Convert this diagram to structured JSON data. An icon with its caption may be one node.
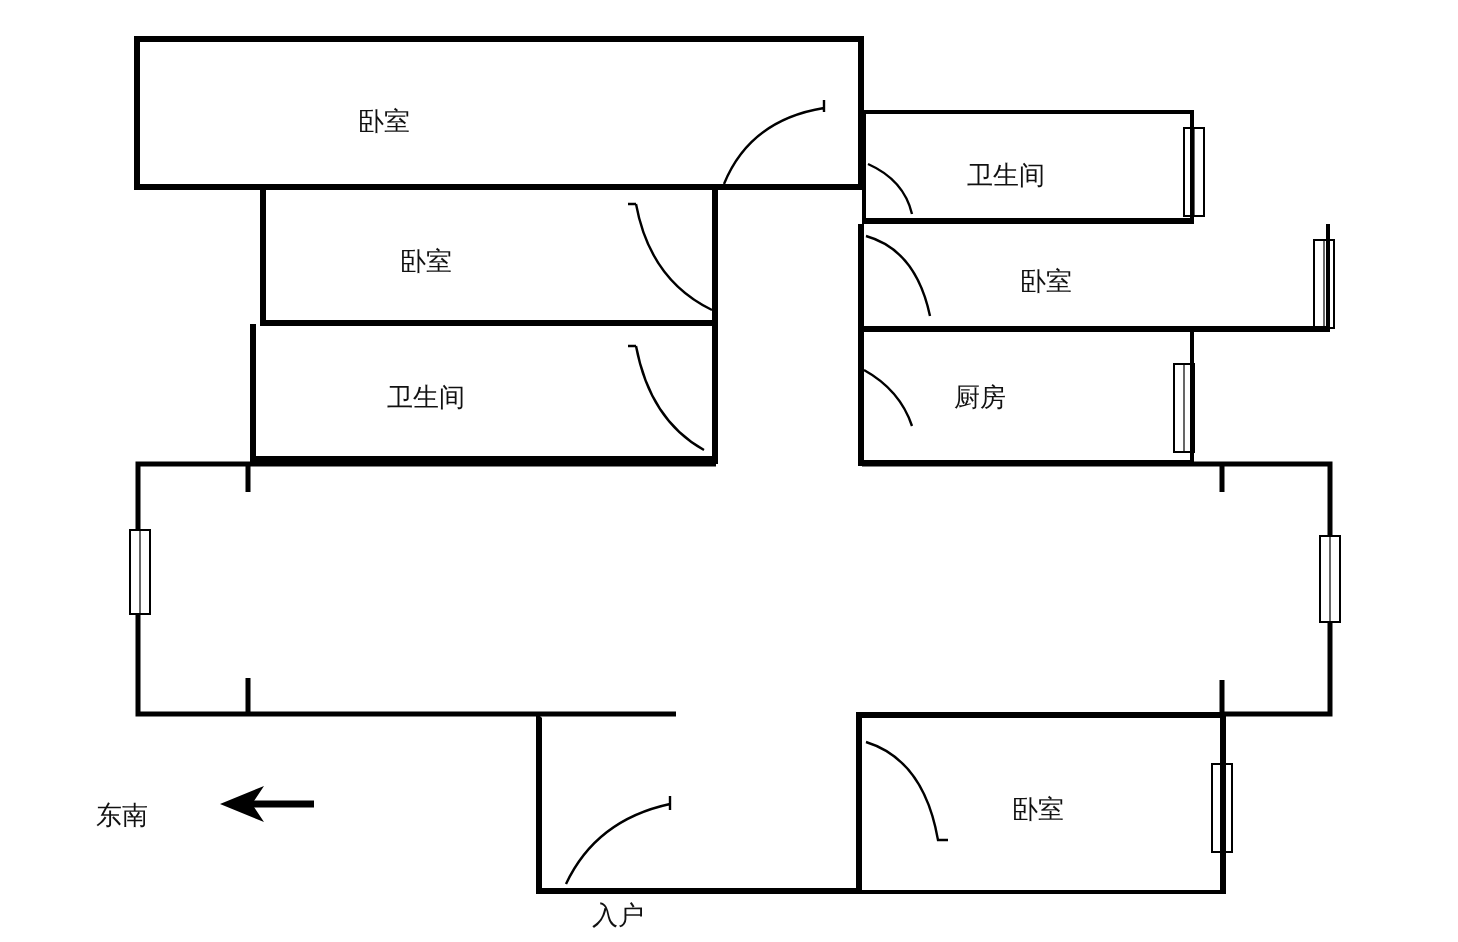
{
  "diagram": {
    "nodes": [
      {
        "text": [
          "卧室"
        ]
      },
      {
        "text": [
          "卫生间"
        ]
      },
      {
        "text": [
          "卧室"
        ]
      },
      {
        "text": [
          "卧室"
        ]
      },
      {
        "text": [
          "卫生间"
        ]
      },
      {
        "text": [
          "厨房"
        ]
      },
      {
        "text": [],
        "shape": "box",
        "beside": [
          "入户"
        ]
      },
      {
        "text": [
          "卧室"
        ]
      }
    ],
    "labels": [
      "东南"
    ]
  }
}
